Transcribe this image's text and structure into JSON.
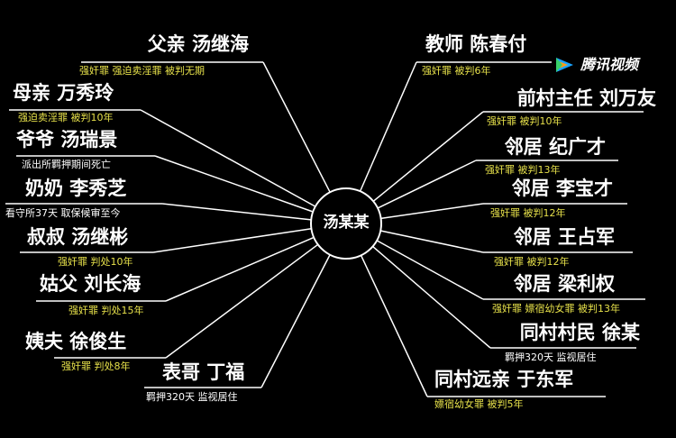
{
  "center": {
    "name": "汤某某"
  },
  "left": [
    {
      "name": "父亲 汤继海",
      "note": "强奸罪  强迫卖淫罪 被判无期",
      "note_color": "yellow"
    },
    {
      "name": "母亲 万秀玲",
      "note": "强迫卖淫罪 被判10年",
      "note_color": "yellow"
    },
    {
      "name": "爷爷 汤瑞景",
      "note": "派出所羁押期间死亡",
      "note_color": "white"
    },
    {
      "name": "奶奶 李秀芝",
      "note": "看守所37天 取保候审至今",
      "note_color": "white"
    },
    {
      "name": "叔叔 汤继彬",
      "note": "强奸罪  判处10年",
      "note_color": "yellow"
    },
    {
      "name": "姑父 刘长海",
      "note": "强奸罪  判处15年",
      "note_color": "yellow"
    },
    {
      "name": "姨夫 徐俊生",
      "note": "强奸罪  判处8年",
      "note_color": "yellow"
    },
    {
      "name": "表哥 丁福",
      "note": "羁押320天 监视居住",
      "note_color": "white"
    }
  ],
  "right": [
    {
      "name": "教师 陈春付",
      "note": "强奸罪 被判6年",
      "note_color": "yellow"
    },
    {
      "name": "前村主任 刘万友",
      "note": "强奸罪 被判10年",
      "note_color": "yellow"
    },
    {
      "name": "邻居 纪广才",
      "note": "强奸罪 被判13年",
      "note_color": "yellow"
    },
    {
      "name": "邻居 李宝才",
      "note": "强奸罪  被判12年",
      "note_color": "yellow"
    },
    {
      "name": "邻居 王占军",
      "note": "强奸罪 被判12年",
      "note_color": "yellow"
    },
    {
      "name": "邻居 梁利权",
      "note": "强奸罪  嫖宿幼女罪  被判13年",
      "note_color": "yellow"
    },
    {
      "name": "同村村民 徐某",
      "note": "羁押320天 监视居住",
      "note_color": "white"
    },
    {
      "name": "同村远亲 于东军",
      "note": "嫖宿幼女罪 被判5年",
      "note_color": "yellow"
    }
  ],
  "watermark": {
    "text": "腾讯视频",
    "icon": "tencent-video-logo-icon"
  },
  "colors": {
    "background": "#000000",
    "line": "#ffffff",
    "note_yellow": "#e6e04a",
    "text": "#ffffff"
  }
}
